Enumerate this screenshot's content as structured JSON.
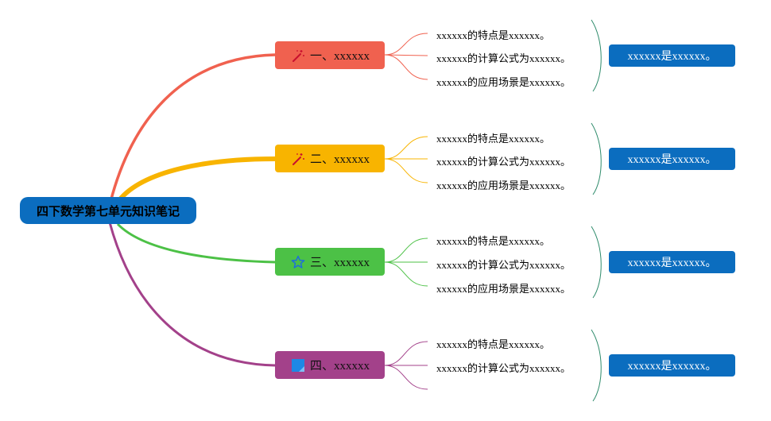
{
  "root": {
    "label": "四下数学第七单元知识笔记",
    "color": "#0b6dbf"
  },
  "branches": [
    {
      "label": "一、xxxxxx",
      "color": "#f0614f",
      "icon": "magic-wand-icon",
      "leaves": [
        "xxxxxx的特点是xxxxxx。",
        "xxxxxx的计算公式为xxxxxx。",
        "xxxxxx的应用场景是xxxxxx。"
      ],
      "summary": "xxxxxx是xxxxxx。"
    },
    {
      "label": "二、xxxxxx",
      "color": "#f8b400",
      "icon": "magic-wand-icon",
      "leaves": [
        "xxxxxx的特点是xxxxxx。",
        "xxxxxx的计算公式为xxxxxx。",
        "xxxxxx的应用场景是xxxxxx。"
      ],
      "summary": "xxxxxx是xxxxxx。"
    },
    {
      "label": "三、xxxxxx",
      "color": "#4cc146",
      "icon": "star-icon",
      "leaves": [
        "xxxxxx的特点是xxxxxx。",
        "xxxxxx的计算公式为xxxxxx。",
        "xxxxxx的应用场景是xxxxxx。"
      ],
      "summary": "xxxxxx是xxxxxx。"
    },
    {
      "label": "四、xxxxxx",
      "color": "#a3418a",
      "icon": "blue-square-icon",
      "leaves": [
        "xxxxxx的特点是xxxxxx。",
        "xxxxxx的计算公式为xxxxxx。",
        ""
      ],
      "summary": "xxxxxx是xxxxxx。"
    }
  ],
  "summary_color": "#0b6dbf",
  "bracket_color": "#2e8b6b"
}
